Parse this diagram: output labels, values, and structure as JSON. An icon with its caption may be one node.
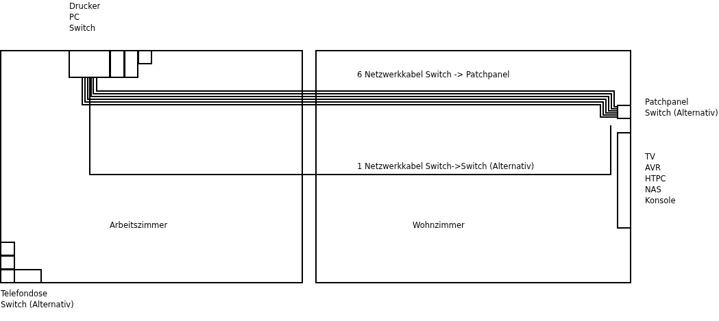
{
  "diagram": {
    "nodes": [
      {
        "text": [
          "Arbeitszimmer"
        ]
      },
      {
        "text": [
          "Wohnzimmer"
        ]
      },
      {
        "text": [],
        "shape": "box",
        "in": 0
      },
      {
        "text": [],
        "shape": "box",
        "in": 0
      },
      {
        "text": [],
        "shape": "box",
        "in": 0
      },
      {
        "text": [],
        "shape": "box",
        "in": 0
      },
      {
        "text": [],
        "shape": "box",
        "in": 0
      },
      {
        "text": [],
        "shape": "box",
        "in": 0
      },
      {
        "text": [],
        "shape": "box",
        "in": 0
      },
      {
        "text": [],
        "shape": "box",
        "in": 0
      },
      {
        "text": [],
        "shape": "box",
        "in": 1,
        "beside": [
          "Patchpanel",
          "Switch (Alternativ)"
        ]
      },
      {
        "text": [],
        "shape": "box",
        "in": 1,
        "beside": [
          "TV",
          "AVR",
          "HTPC",
          "NAS",
          "Konsole"
        ]
      }
    ],
    "edges": [
      {
        "from": 2,
        "to": 10,
        "arrow": "none"
      },
      {
        "from": 2,
        "to": 10,
        "arrow": "none"
      },
      {
        "from": 2,
        "to": 10,
        "arrow": "none"
      },
      {
        "from": 2,
        "to": 10,
        "arrow": "none"
      },
      {
        "from": 2,
        "to": 10,
        "arrow": "none"
      },
      {
        "from": 2,
        "to": 10,
        "arrow": "none"
      },
      {
        "from": 2,
        "to": null,
        "arrow": "none",
        "label": "1 Netzwerkkabel Switch->Switch (Alternativ)"
      }
    ],
    "labels": [
      "Drucker",
      "PC",
      "Switch",
      "6 Netzwerkkabel Switch -> Patchpanel",
      "Telefondose",
      "Switch (Alternativ)"
    ]
  }
}
